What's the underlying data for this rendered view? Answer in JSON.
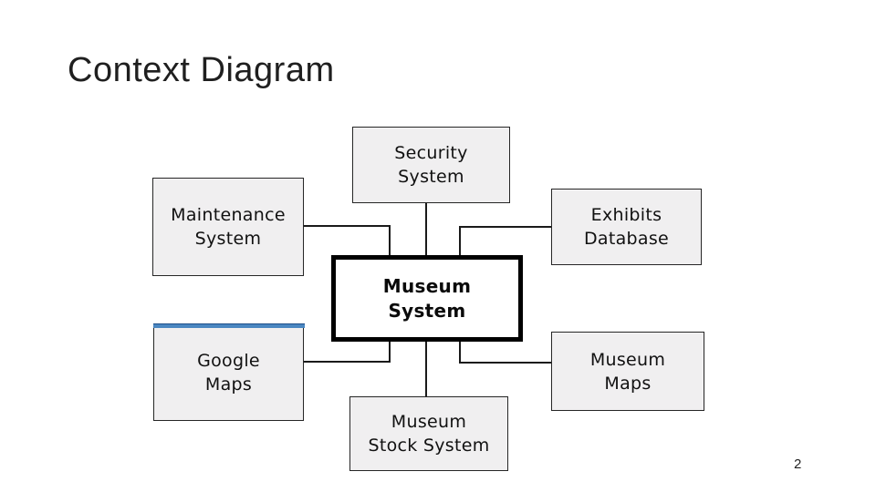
{
  "slide": {
    "title": "Context Diagram",
    "page_number": "2"
  },
  "diagram": {
    "center_node": {
      "id": "museum-system",
      "label": "Museum\nSystem"
    },
    "nodes": [
      {
        "id": "security-system",
        "label": "Security\nSystem"
      },
      {
        "id": "maintenance-system",
        "label": "Maintenance\nSystem"
      },
      {
        "id": "exhibits-database",
        "label": "Exhibits\nDatabase"
      },
      {
        "id": "google-maps",
        "label": "Google\nMaps",
        "accent_top_color": "#4a87c1"
      },
      {
        "id": "museum-maps",
        "label": "Museum\nMaps"
      },
      {
        "id": "museum-stock-system",
        "label": "Museum\nStock System"
      }
    ],
    "edges": [
      {
        "from": "security-system",
        "to": "museum-system",
        "shape": "straight-vertical"
      },
      {
        "from": "maintenance-system",
        "to": "museum-system",
        "shape": "elbow"
      },
      {
        "from": "exhibits-database",
        "to": "museum-system",
        "shape": "elbow"
      },
      {
        "from": "google-maps",
        "to": "museum-system",
        "shape": "elbow"
      },
      {
        "from": "museum-maps",
        "to": "museum-system",
        "shape": "elbow"
      },
      {
        "from": "museum-stock-system",
        "to": "museum-system",
        "shape": "straight-vertical"
      }
    ],
    "colors": {
      "background": "#ffffff",
      "node_fill": "#f0eff0",
      "node_border": "#262626",
      "center_node_fill": "#ffffff",
      "center_node_border": "#000000",
      "connector": "#1a1a1a",
      "google_maps_accent": "#4a87c1",
      "text": "#111111",
      "title": "#1f1f1f"
    }
  }
}
